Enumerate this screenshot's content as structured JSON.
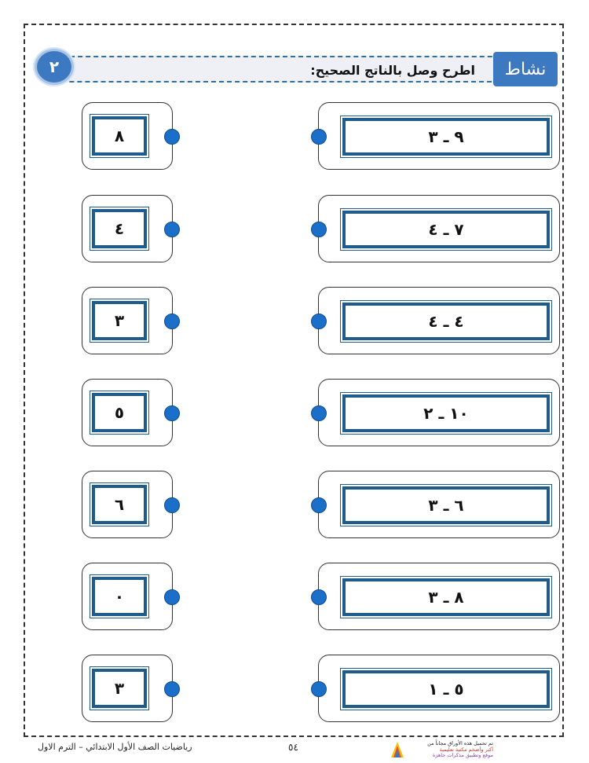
{
  "header": {
    "activity_label": "نشاط",
    "activity_number": "٢",
    "instruction": "اطرح وصل بالناتج الصحيح:"
  },
  "problems": [
    {
      "expression": "٩ ـ ٣",
      "answer": "٨"
    },
    {
      "expression": "٧ ـ ٤",
      "answer": "٤"
    },
    {
      "expression": "٤ ـ ٤",
      "answer": "٣"
    },
    {
      "expression": "١٠ ـ ٢",
      "answer": "٥"
    },
    {
      "expression": "٦ ـ ٣",
      "answer": "٦"
    },
    {
      "expression": "٨ ـ ٣",
      "answer": "٠"
    },
    {
      "expression": "٥ ـ ١",
      "answer": "٣"
    }
  ],
  "footer": {
    "title": "رياضيات الصف الأول الابتدائي – الترم الاول",
    "page_number": "٥٤",
    "credit_line1": "تم تحميل هذه الأوراق مجاناً من",
    "credit_line2": "أكبر وأضخم مكتبة تعليمية",
    "credit_line3": "موقع وتطبيق مذكرات جاهزة"
  },
  "colors": {
    "accent": "#3d79c0",
    "box_border": "#1f5c8b",
    "dot": "#1b6fc9"
  }
}
